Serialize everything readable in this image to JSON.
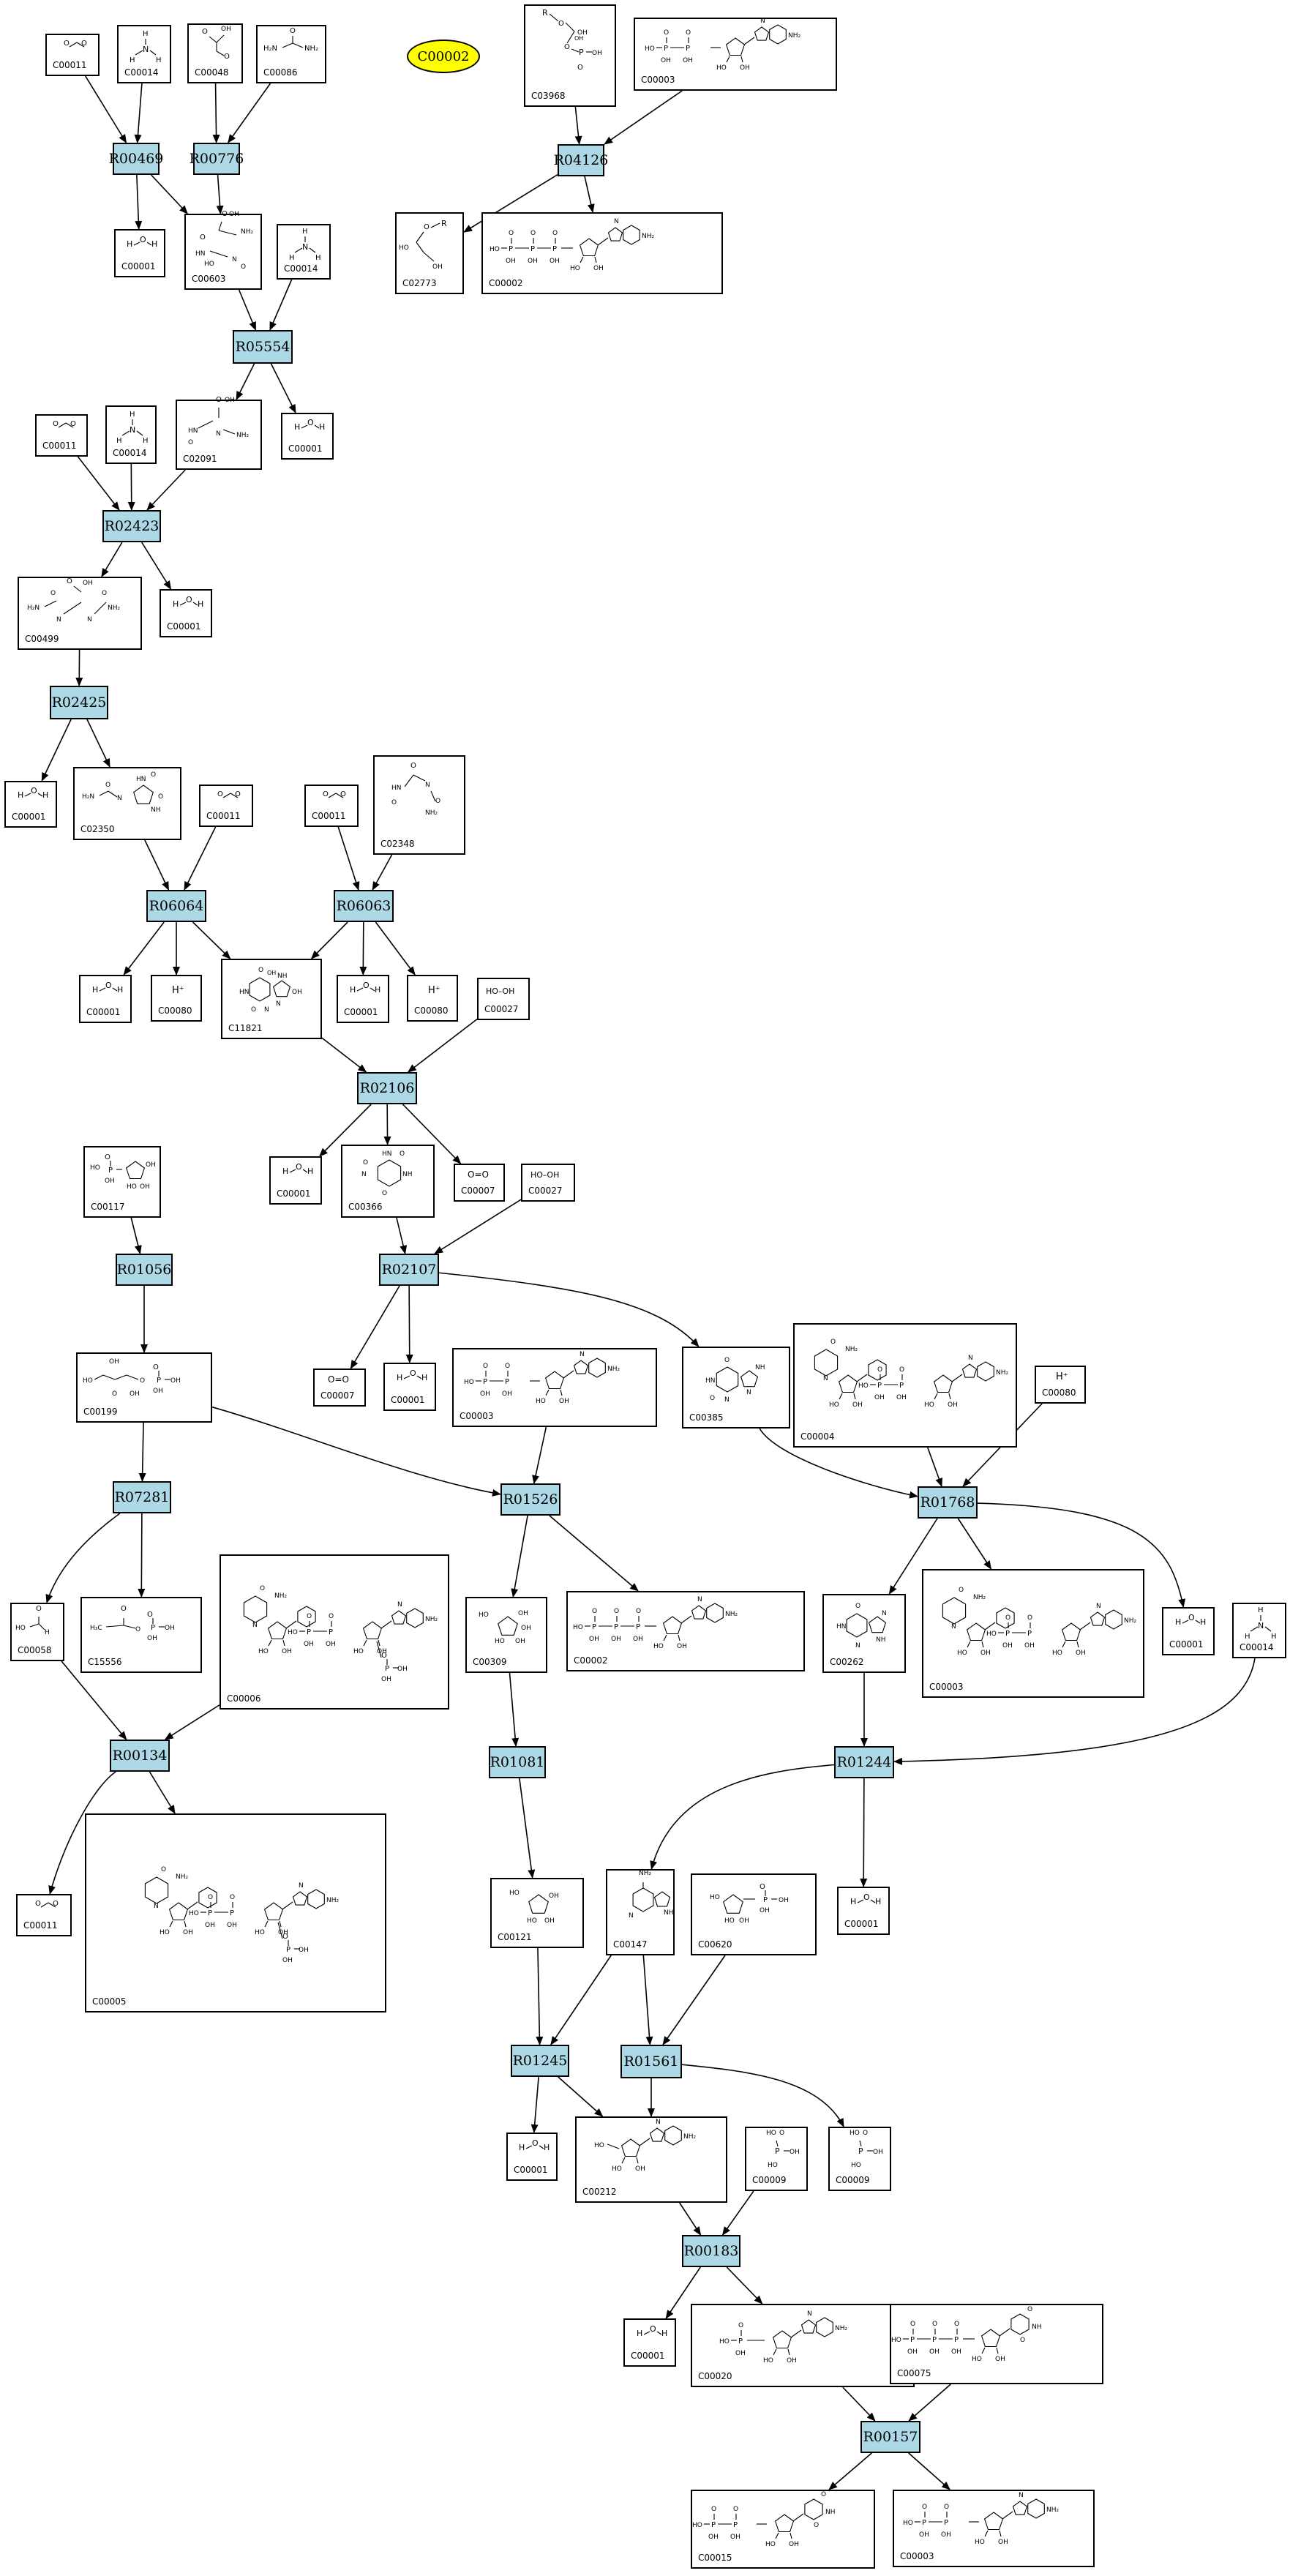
{
  "highlight": {
    "label": "C00002",
    "fill": "#ffff00"
  },
  "colors": {
    "reaction_fill": "#add8e6",
    "stroke": "#000000"
  },
  "reactions": [
    "R00469",
    "R00776",
    "R04126",
    "R05554",
    "R02423",
    "R02425",
    "R06064",
    "R06063",
    "R02106",
    "R01056",
    "R02107",
    "R07281",
    "R01526",
    "R01768",
    "R00134",
    "R01081",
    "R01244",
    "R01245",
    "R01561",
    "R00183",
    "R00157"
  ],
  "compounds": {
    "c001": "C00011",
    "c002": "C00014",
    "c003": "C00048",
    "c004": "C00086",
    "c005": "C03968",
    "c006": "C00003",
    "c007": "C00001",
    "c008": "C00603",
    "c009": "C02773",
    "c010": "C00002",
    "c011": "C00014",
    "c012": "C02091",
    "c013": "C00001",
    "c014": "C00011",
    "c015": "C00014",
    "c016": "C00499",
    "c017": "C00001",
    "c018": "C00001",
    "c019": "C02350",
    "c020": "C00011",
    "c021": "C00011",
    "c022": "C02348",
    "c023": "C00001",
    "c024": "C00080",
    "c025": "C11821",
    "c026": "C00001",
    "c027": "C00080",
    "c028": "C00027",
    "c029": "C00117",
    "c030": "C00001",
    "c031": "C00366",
    "c032": "C00007",
    "c033": "C00027",
    "c034": "C00199",
    "c035": "C00007",
    "c036": "C00001",
    "c037": "C00003",
    "c038": "C00385",
    "c039": "C00004",
    "c040": "C00080",
    "c041": "C00058",
    "c042": "C15556",
    "c043": "C00006",
    "c044": "C00309",
    "c045": "C00002",
    "c046": "C00262",
    "c047": "C00003",
    "c048": "C00001",
    "c049": "C00014",
    "c050": "C00011",
    "c051": "C00005",
    "c052": "C00121",
    "c053": "C00147",
    "c054": "C00620",
    "c055": "C00001",
    "c056": "C00001",
    "c057": "C00212",
    "c058": "C00009",
    "c059": "C00009",
    "c060": "C00001",
    "c061": "C00020",
    "c062": "C00075",
    "c063": "C00015",
    "c064": "C00003"
  }
}
